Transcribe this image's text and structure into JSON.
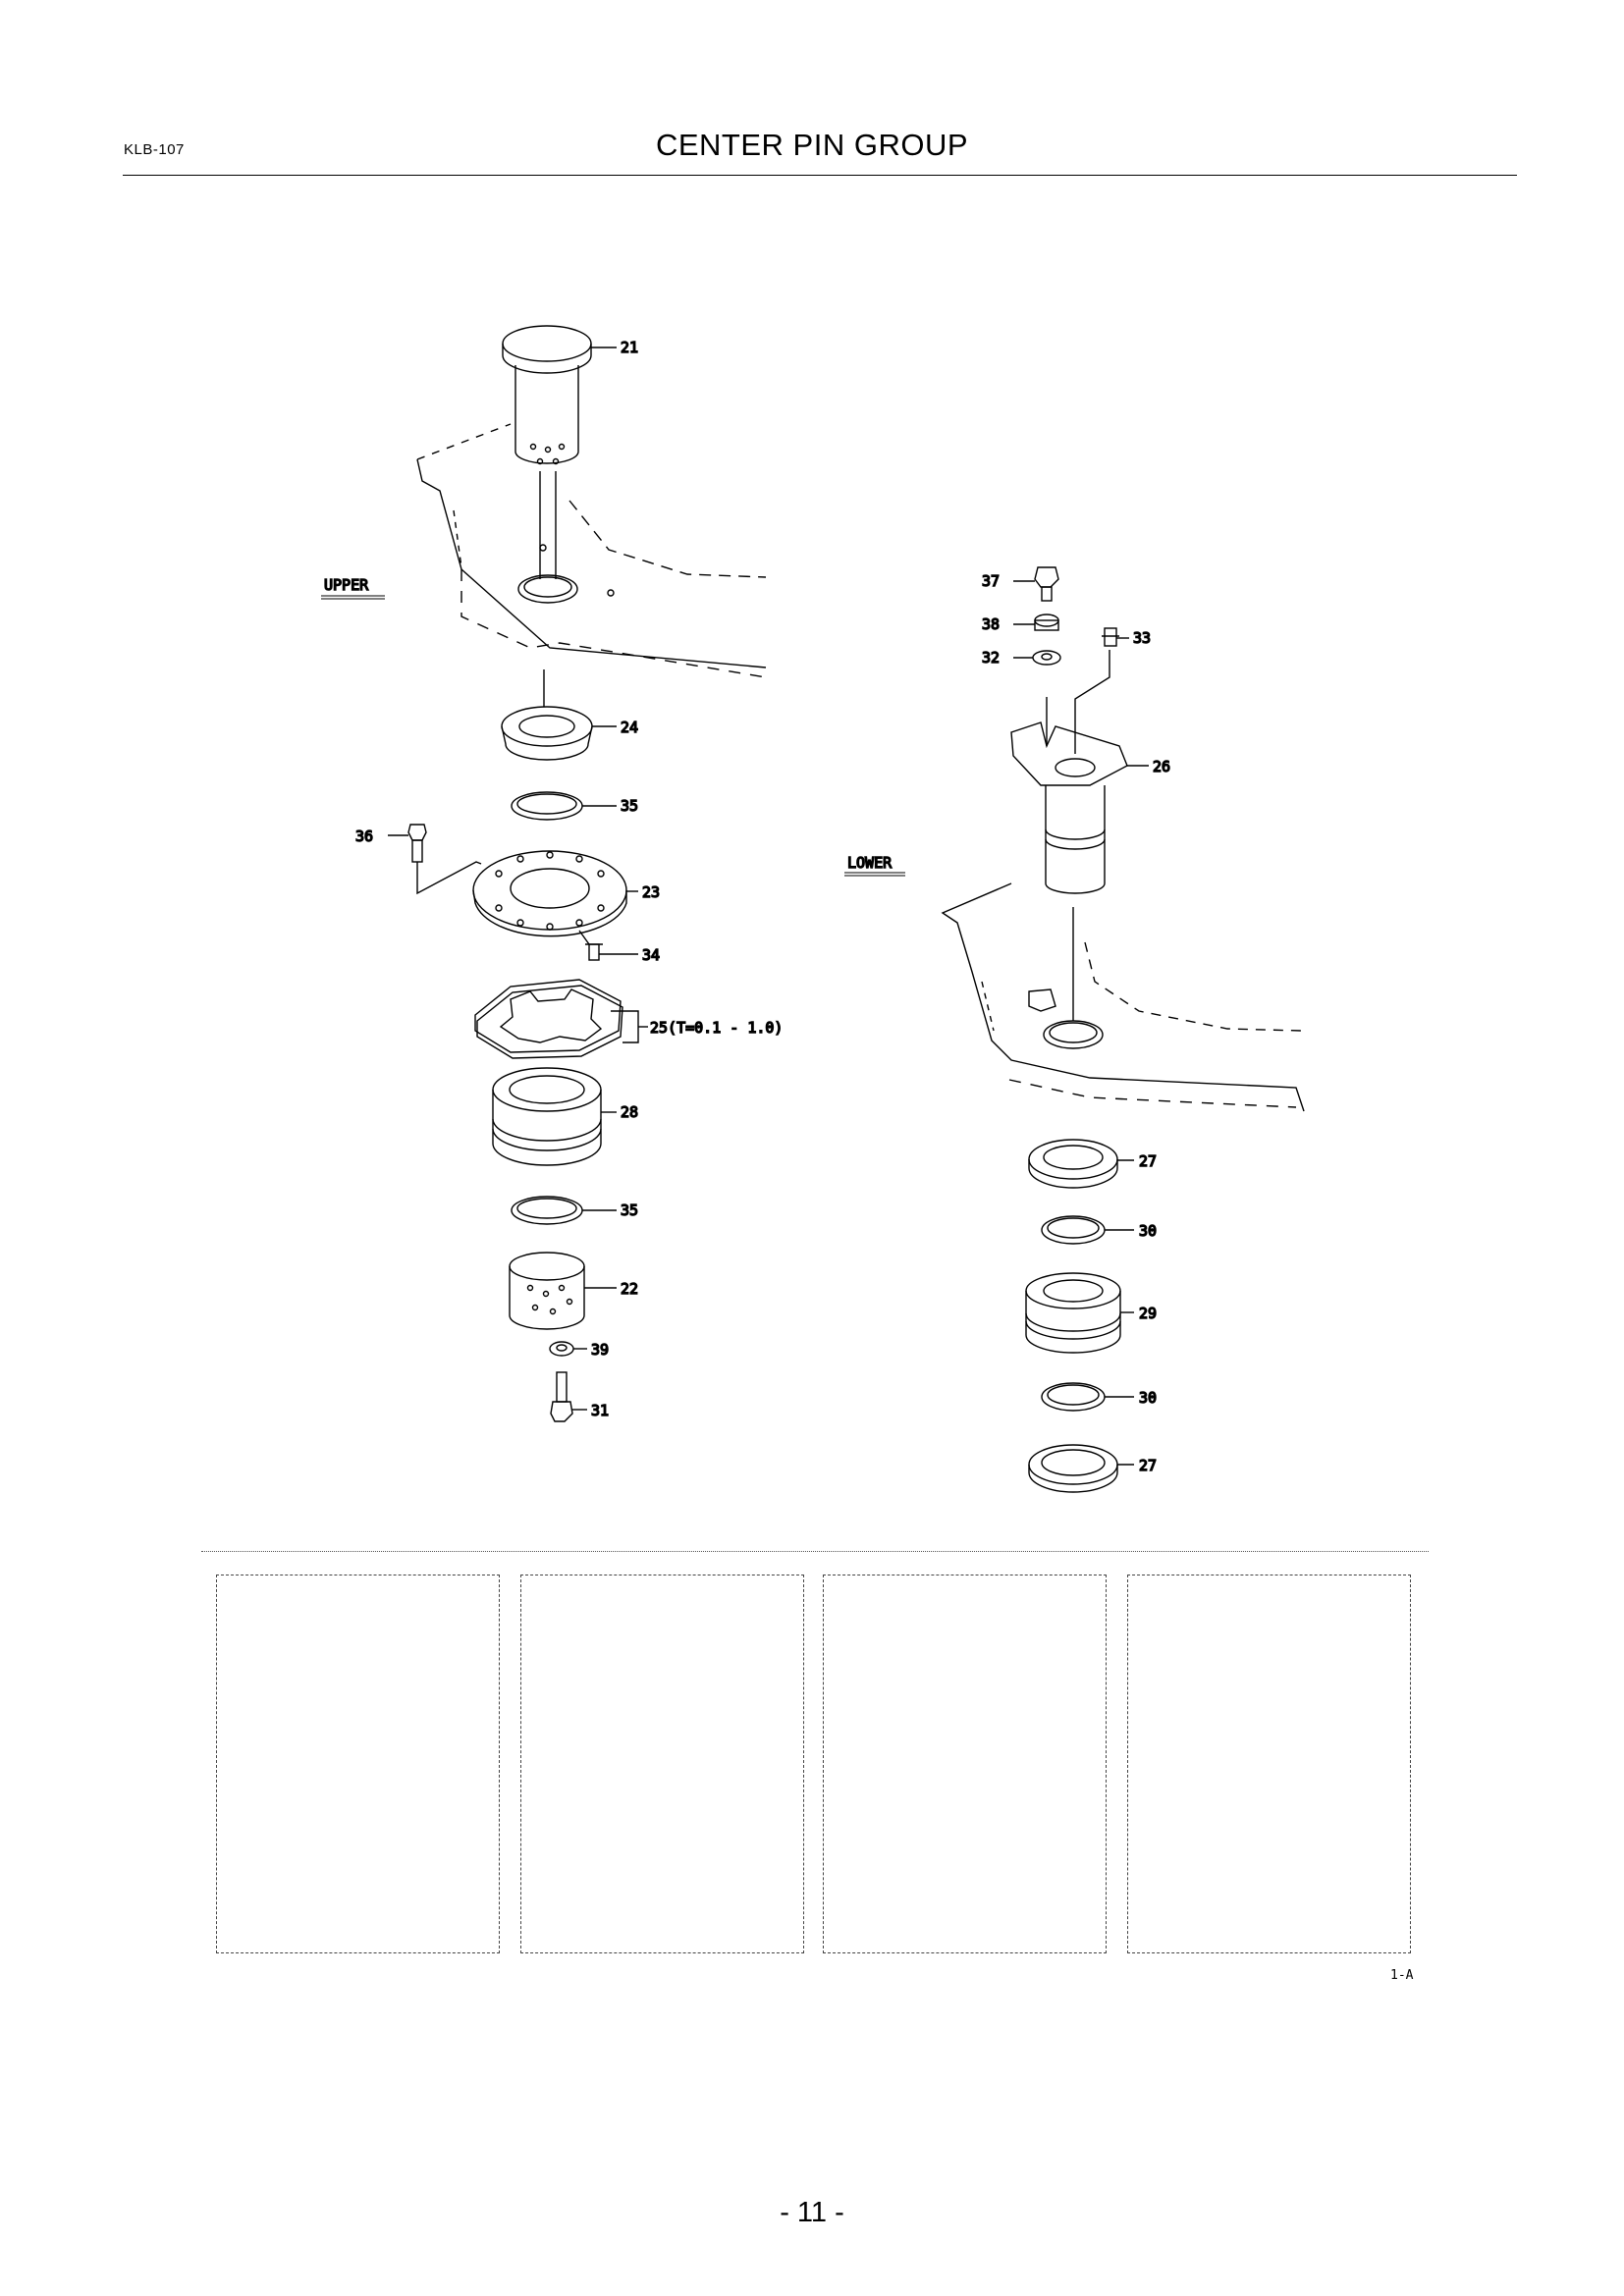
{
  "header": {
    "doc_code": "KLB-107",
    "title": "CENTER PIN GROUP"
  },
  "diagram": {
    "section_upper_label": "UPPER",
    "section_lower_label": "LOWER",
    "callouts": {
      "c21": "21",
      "c24": "24",
      "c35a": "35",
      "c36": "36",
      "c23": "23",
      "c34": "34",
      "c25": "25(T=0.1 - 1.0)",
      "c28": "28",
      "c35b": "35",
      "c22": "22",
      "c39": "39",
      "c31": "31",
      "c37": "37",
      "c38": "38",
      "c32": "32",
      "c33": "33",
      "c26": "26",
      "c27a": "27",
      "c30a": "30",
      "c29": "29",
      "c30b": "30",
      "c27b": "27"
    }
  },
  "figure_id": "1-A",
  "page_number": "- 11 -"
}
